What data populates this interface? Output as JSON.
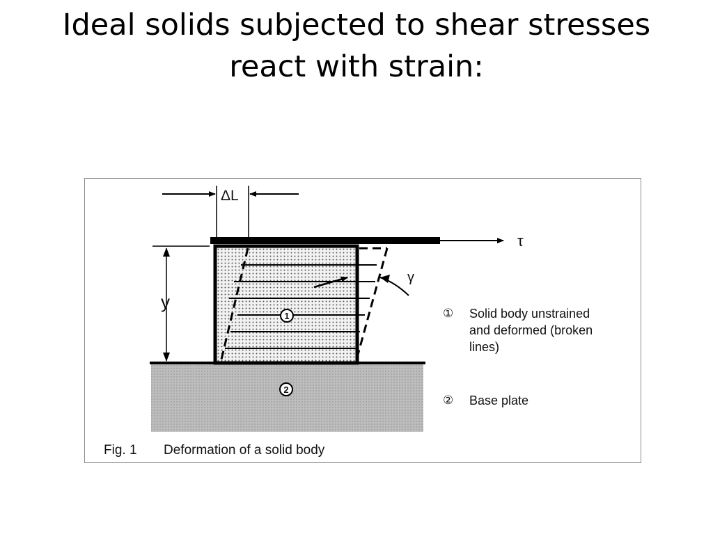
{
  "title": {
    "line1": "Ideal solids subjected to shear stresses",
    "line2": "react with strain:"
  },
  "figure": {
    "delta_l_label": "ΔL",
    "tau_label": "τ",
    "gamma_label": "γ",
    "y_label": "y",
    "marker_1": "1",
    "marker_2": "2",
    "legend": [
      {
        "symbol": "①",
        "lines": [
          "Solid body unstrained",
          "and deformed (broken",
          "lines)"
        ]
      },
      {
        "symbol": "②",
        "lines": [
          "Base plate"
        ]
      }
    ],
    "caption_number": "Fig. 1",
    "caption_text": "Deformation of a solid body"
  }
}
